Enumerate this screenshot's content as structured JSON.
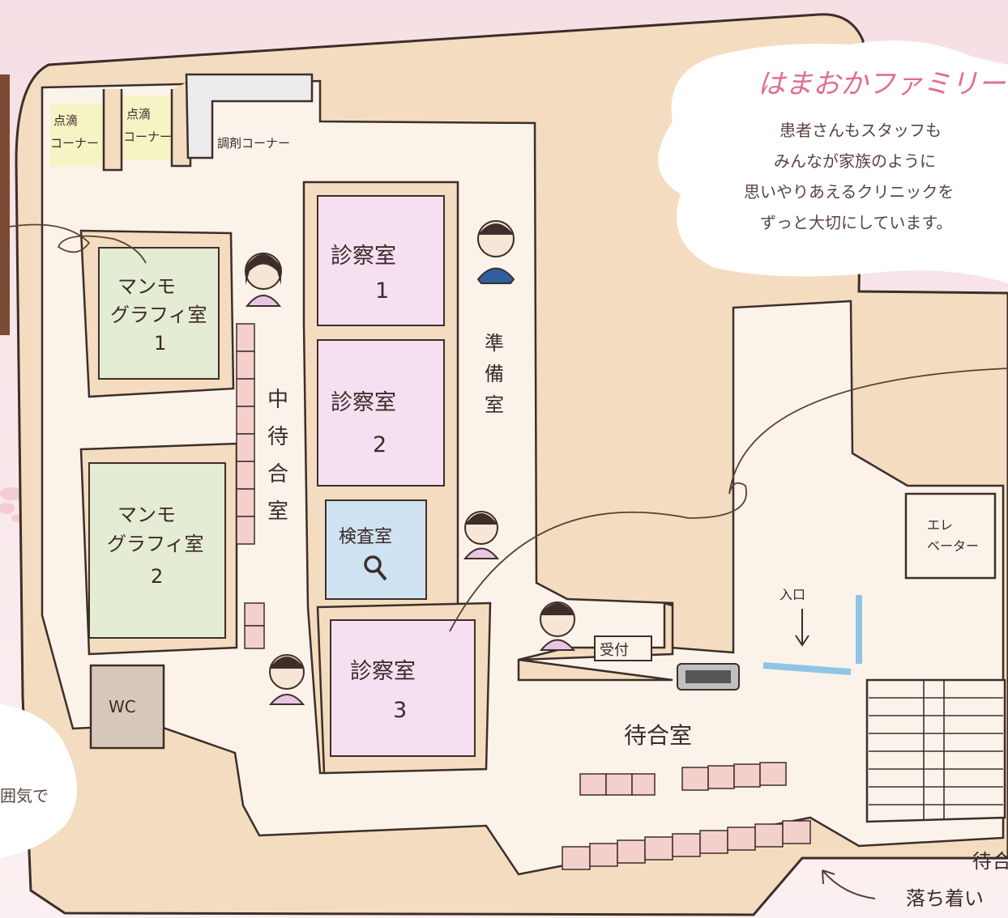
{
  "family": {
    "title": "はまおかファミリー",
    "lines": [
      "患者さんもスタッフも",
      "みんなが家族のように",
      "思いやりあえるクリニックを",
      "ずっと大切にしています。"
    ]
  },
  "rooms": {
    "drip1": [
      "点滴",
      "コーナー"
    ],
    "drip2": [
      "点滴",
      "コーナー"
    ],
    "pharmacy": "調剤コーナー",
    "mammo1": [
      "マンモ",
      "グラフィ室",
      "1"
    ],
    "mammo2": [
      "マンモ",
      "グラフィ室",
      "2"
    ],
    "exam1": [
      "診察室",
      "1"
    ],
    "exam2": [
      "診察室",
      "2"
    ],
    "exam3": [
      "診察室",
      "3"
    ],
    "lab": "検査室",
    "prep": [
      "準",
      "備",
      "室"
    ],
    "inner_waiting": [
      "中",
      "待",
      "合",
      "室"
    ],
    "wc": "WC",
    "reception": "受付",
    "waiting": "待合室",
    "entrance": "入口",
    "elevator": [
      "エレ",
      "ベーター"
    ]
  },
  "fragments": {
    "left_note": "囲気で",
    "bottom_right_1": "待合",
    "bottom_right_2": "落ち着い"
  },
  "colors": {
    "wall": "#f4dcc0",
    "floor": "#fbf3ea",
    "outline": "#3d2e2a",
    "drip": "#f6f3c4",
    "exam": "#f6dff0",
    "mammo": "#e4ecd3",
    "lab": "#cfe2f1",
    "wc": "#d8c8bc",
    "bench": "#f4d0cc",
    "accent": "#e06f8f"
  }
}
